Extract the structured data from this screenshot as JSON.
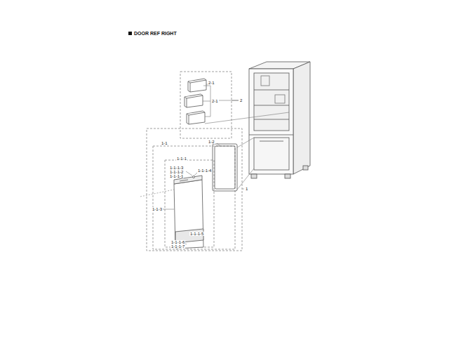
{
  "diagram": {
    "title": "DOOR REF RIGHT",
    "labels": [
      "2-1",
      "2-1",
      "2",
      "1-2",
      "1-1",
      "1-1-1",
      "1-1-1-3",
      "1-1-1-2",
      "1-1-1-1",
      "1-1-1-4",
      "1-1-3",
      "1-1-1-5",
      "1-1-1-6",
      "1-1-1-7",
      "1"
    ]
  }
}
